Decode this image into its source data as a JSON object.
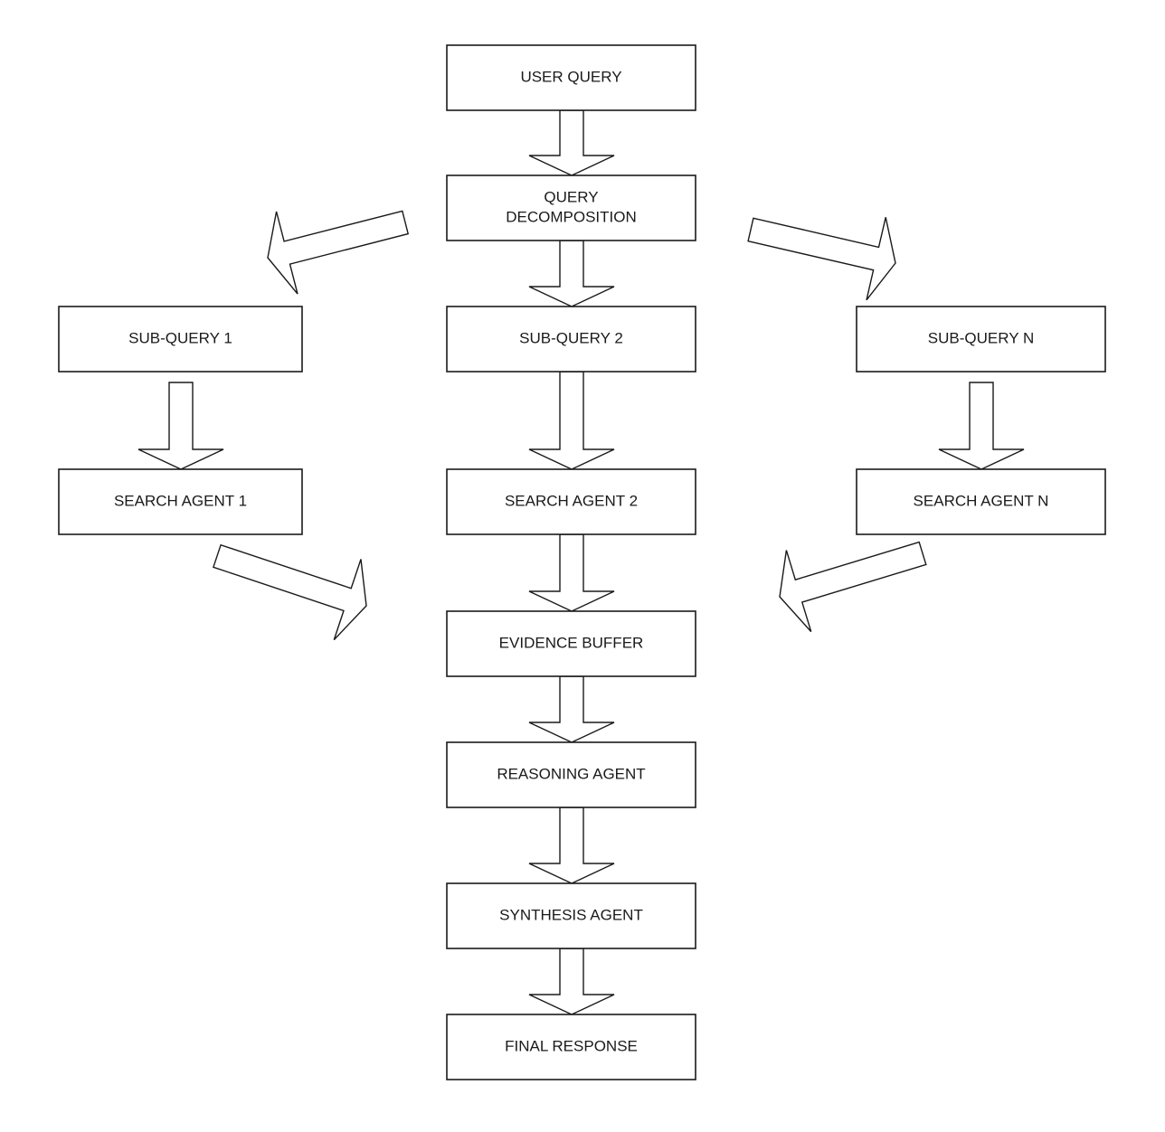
{
  "diagram": {
    "nodes": {
      "user_query": {
        "lines": [
          "USER QUERY"
        ]
      },
      "query_decomposition": {
        "lines": [
          "QUERY",
          "DECOMPOSITION"
        ]
      },
      "sub_query_1": {
        "lines": [
          "SUB-QUERY 1"
        ]
      },
      "sub_query_2": {
        "lines": [
          "SUB-QUERY 2"
        ]
      },
      "sub_query_n": {
        "lines": [
          "SUB-QUERY N"
        ]
      },
      "search_agent_1": {
        "lines": [
          "SEARCH AGENT 1"
        ]
      },
      "search_agent_2": {
        "lines": [
          "SEARCH AGENT 2"
        ]
      },
      "search_agent_n": {
        "lines": [
          "SEARCH AGENT N"
        ]
      },
      "evidence_buffer": {
        "lines": [
          "EVIDENCE BUFFER"
        ]
      },
      "reasoning_agent": {
        "lines": [
          "REASONING AGENT"
        ]
      },
      "synthesis_agent": {
        "lines": [
          "SYNTHESIS AGENT"
        ]
      },
      "final_response": {
        "lines": [
          "FINAL RESPONSE"
        ]
      }
    },
    "edges": [
      {
        "from": "user_query",
        "to": "query_decomposition"
      },
      {
        "from": "query_decomposition",
        "to": "sub_query_1"
      },
      {
        "from": "query_decomposition",
        "to": "sub_query_2"
      },
      {
        "from": "query_decomposition",
        "to": "sub_query_n"
      },
      {
        "from": "sub_query_1",
        "to": "search_agent_1"
      },
      {
        "from": "sub_query_2",
        "to": "search_agent_2"
      },
      {
        "from": "sub_query_n",
        "to": "search_agent_n"
      },
      {
        "from": "search_agent_1",
        "to": "evidence_buffer"
      },
      {
        "from": "search_agent_2",
        "to": "evidence_buffer"
      },
      {
        "from": "search_agent_n",
        "to": "evidence_buffer"
      },
      {
        "from": "evidence_buffer",
        "to": "reasoning_agent"
      },
      {
        "from": "reasoning_agent",
        "to": "synthesis_agent"
      },
      {
        "from": "synthesis_agent",
        "to": "final_response"
      }
    ]
  }
}
